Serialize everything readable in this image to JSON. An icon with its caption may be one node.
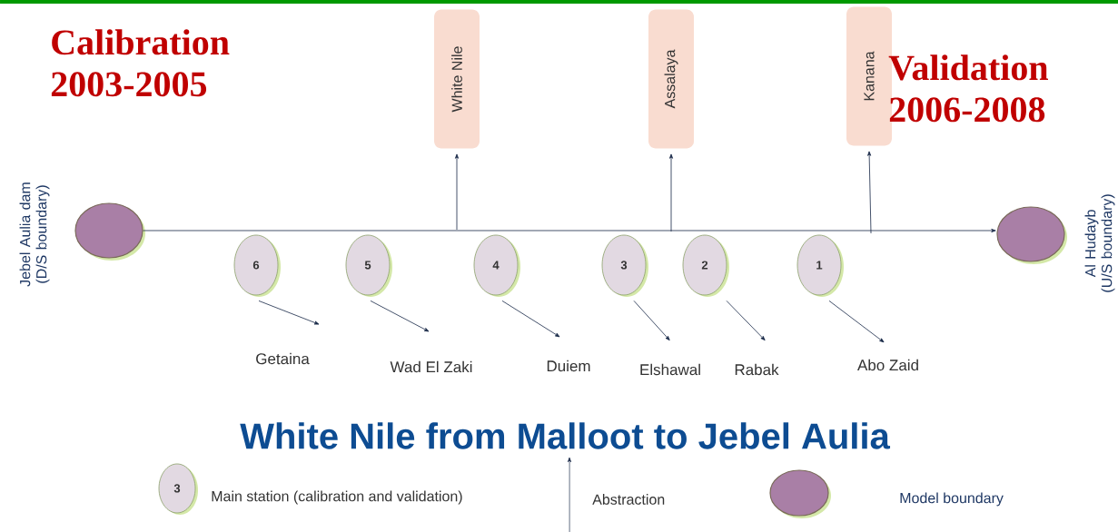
{
  "diagram": {
    "title": "White Nile from Malloot to Jebel Aulia",
    "nodes": [
      {
        "text": [
          "White Nile"
        ]
      },
      {
        "text": [
          "Assalaya"
        ]
      },
      {
        "text": [
          "Kanana"
        ]
      },
      {
        "text": [],
        "shape": "circle",
        "beside": [
          "Jebel Aulia dam (D/S boundary)"
        ]
      },
      {
        "text": [
          "6"
        ]
      },
      {
        "text": [
          "5"
        ]
      },
      {
        "text": [
          "4"
        ]
      },
      {
        "text": [
          "3"
        ]
      },
      {
        "text": [
          "2"
        ]
      },
      {
        "text": [
          "1"
        ]
      },
      {
        "text": [],
        "shape": "circle",
        "beside": [
          "Al Hudayb (U/S boundary)"
        ]
      },
      {
        "text": [
          "Getaina"
        ]
      },
      {
        "text": [
          "Wad El Zaki"
        ]
      },
      {
        "text": [
          "Duiem"
        ]
      },
      {
        "text": [
          "Elshawal"
        ]
      },
      {
        "text": [
          "Rabak"
        ]
      },
      {
        "text": [
          "Abo Zaid"
        ]
      }
    ],
    "edges": [
      {
        "from": 3,
        "to": 10,
        "arrow": "to"
      },
      {
        "from": null,
        "to": 0,
        "arrow": "to"
      },
      {
        "from": null,
        "to": 1,
        "arrow": "to"
      },
      {
        "from": null,
        "to": 2,
        "arrow": "to"
      },
      {
        "from": 4,
        "to": 11,
        "arrow": "to"
      },
      {
        "from": 5,
        "to": 12,
        "arrow": "to"
      },
      {
        "from": 6,
        "to": 13,
        "arrow": "to"
      },
      {
        "from": 7,
        "to": 14,
        "arrow": "to"
      },
      {
        "from": 8,
        "to": 15,
        "arrow": "to"
      },
      {
        "from": 9,
        "to": 16,
        "arrow": "to"
      }
    ],
    "labels": [
      "Calibration 2003-2005",
      "Validation 2006-2008",
      "3"
    ],
    "legend": [
      {
        "text": "Main station (calibration and validation)"
      },
      {
        "text": "Abstraction"
      },
      {
        "text": "Model boundary"
      }
    ]
  }
}
